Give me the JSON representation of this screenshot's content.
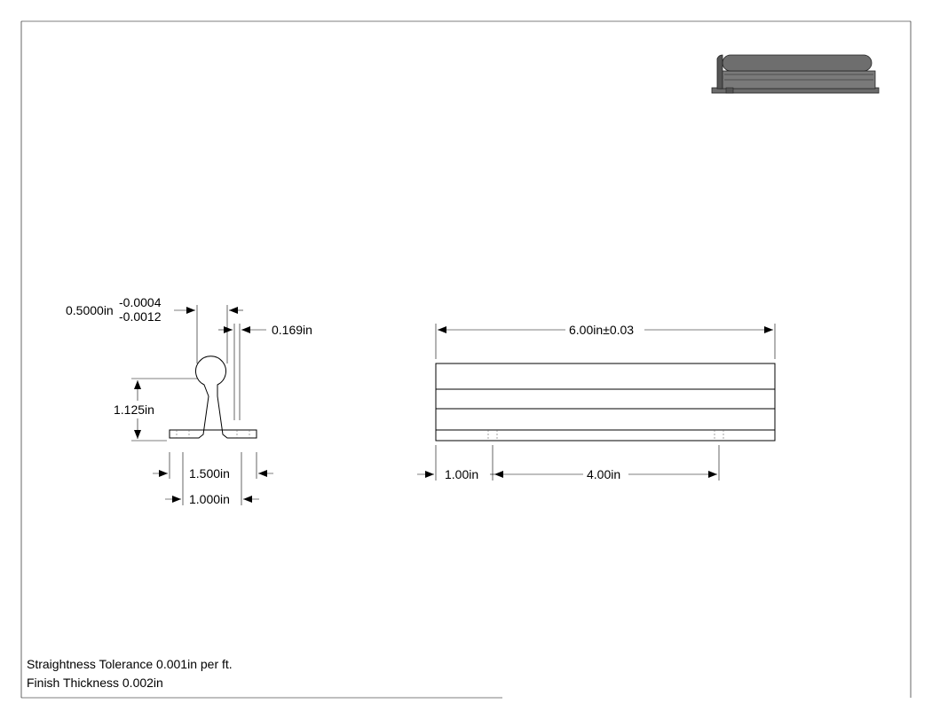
{
  "section_view": {
    "diameter_nominal": "0.5000in",
    "diameter_tol_upper": "-0.0004",
    "diameter_tol_lower": "-0.0012",
    "web_dim": "0.169in",
    "height_dim": "1.125in",
    "base_width_dim": "1.500in",
    "hole_spacing_dim": "1.000in"
  },
  "side_view": {
    "length_dim": "6.00in±0.03",
    "hole_offset_dim": "1.00in",
    "hole_pitch_dim": "4.00in"
  },
  "notes": {
    "straightness": "Straightness Tolerance 0.001in per ft.",
    "finish": "Finish Thickness 0.002in"
  },
  "colors": {
    "line": "#000000",
    "iso_fill": "#6b6b6b",
    "iso_stroke": "#222222"
  }
}
